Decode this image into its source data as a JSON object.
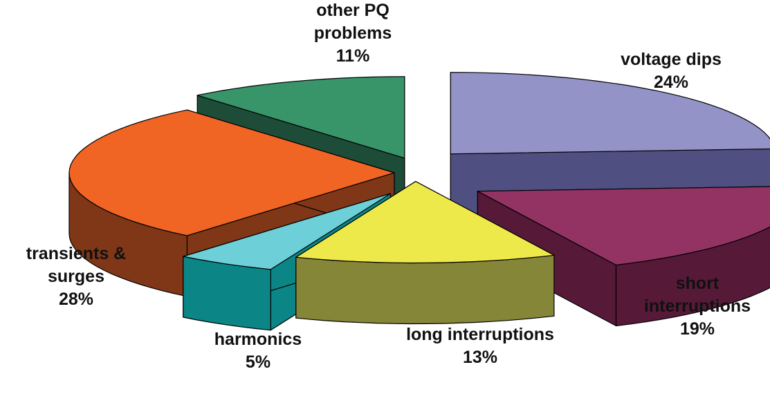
{
  "chart_data": {
    "type": "pie",
    "style": "3d-exploded",
    "slices": [
      {
        "label_lines": [
          "voltage dips"
        ],
        "pct_label": "24%",
        "value": 24,
        "top": "#9393c8",
        "side": "#4f4f82"
      },
      {
        "label_lines": [
          "short",
          "interruptions"
        ],
        "pct_label": "19%",
        "value": 19,
        "top": "#933363",
        "side": "#561a38"
      },
      {
        "label_lines": [
          "long interruptions"
        ],
        "pct_label": "13%",
        "value": 13,
        "top": "#eee94a",
        "side": "#868639"
      },
      {
        "label_lines": [
          "harmonics"
        ],
        "pct_label": "5%",
        "value": 5,
        "top": "#6dcfd8",
        "side": "#0b8585"
      },
      {
        "label_lines": [
          "transients &",
          "surges"
        ],
        "pct_label": "28%",
        "value": 28,
        "top": "#f06424",
        "side": "#7f3717"
      },
      {
        "label_lines": [
          "other PQ",
          "problems"
        ],
        "pct_label": "11%",
        "value": 11,
        "top": "#38956a",
        "side": "#1d4d38"
      }
    ]
  }
}
